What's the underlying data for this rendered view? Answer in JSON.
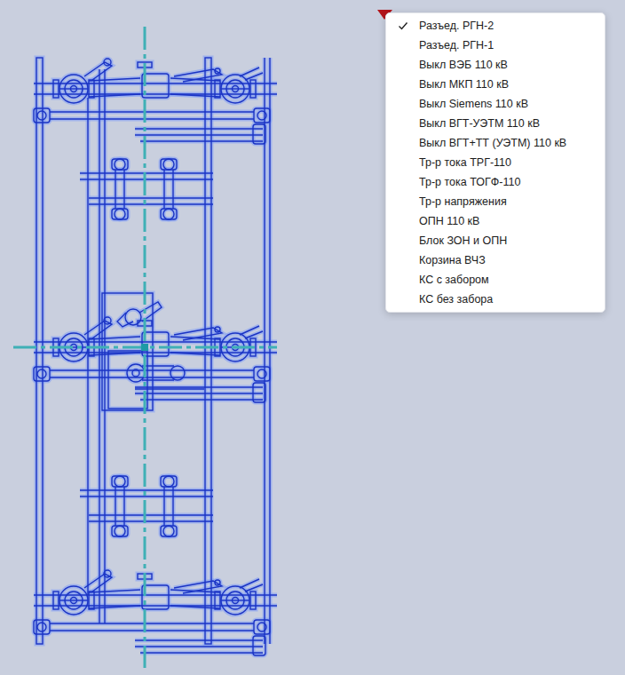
{
  "diagram": {
    "nodes": [
      {
        "text": [
          "Разъед. РГН-2",
          "Разъед. РГН-1",
          "Выкл ВЭБ 110 кВ",
          "Выкл МКП 110 кВ",
          "Выкл Siemens 110 кВ",
          "Выкл ВГТ-УЭТМ 110 кВ",
          "Выкл ВГТ+ТТ (УЭТМ) 110 кВ",
          "Тр-р тока ТРГ-110",
          "Тр-р тока ТОГФ-110",
          "Тр-р напряжения",
          "ОПН 110 кВ",
          "Блок ЗОН и ОПН",
          "Корзина ВЧЗ",
          "КС с забором",
          "КС без забора"
        ]
      }
    ]
  }
}
